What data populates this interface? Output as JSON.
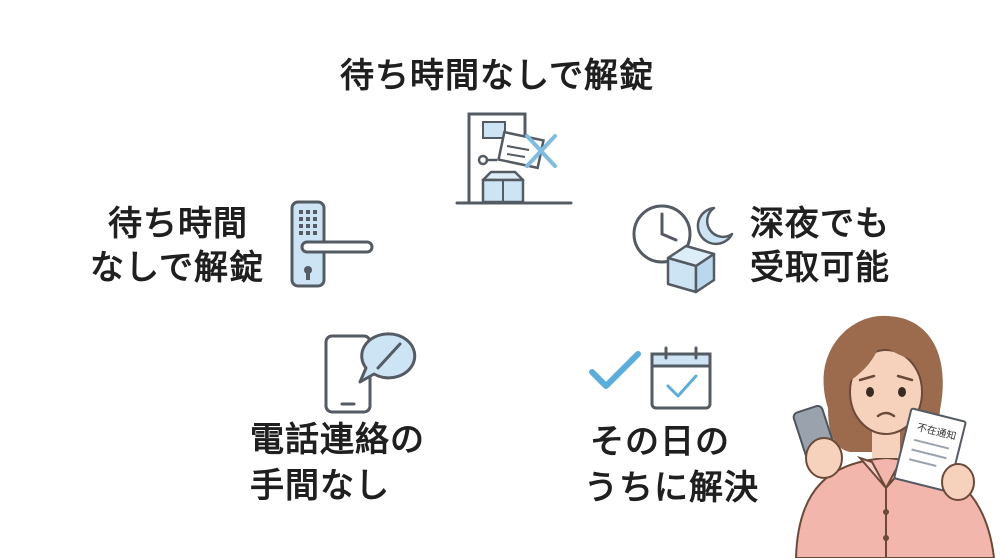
{
  "title": "待ち時間なしで解錠",
  "benefits": {
    "unlock": {
      "line1": "待ち時間",
      "line2": "なしで解錠",
      "icon": "smart-lock-icon"
    },
    "night": {
      "line1": "深夜でも",
      "line2": "受取可能",
      "icon": "clock-moon-package-icon"
    },
    "phone": {
      "line1": "電話連絡の",
      "line2": "手間なし",
      "icon": "smartphone-chat-icon"
    },
    "sameday": {
      "line1": "その日の",
      "line2": "うちに解決",
      "icon": "checkmark-calendar-icon"
    }
  },
  "center_icon": "door-package-notice-icon",
  "person": {
    "icon": "worried-woman-icon",
    "paper_text": "不在通知",
    "colors": {
      "shirt": "#f3b6ac",
      "hair": "#9c6a4d"
    }
  },
  "colors": {
    "accent": "#cde4f4",
    "stroke": "#555b63",
    "check": "#5aaddc"
  }
}
